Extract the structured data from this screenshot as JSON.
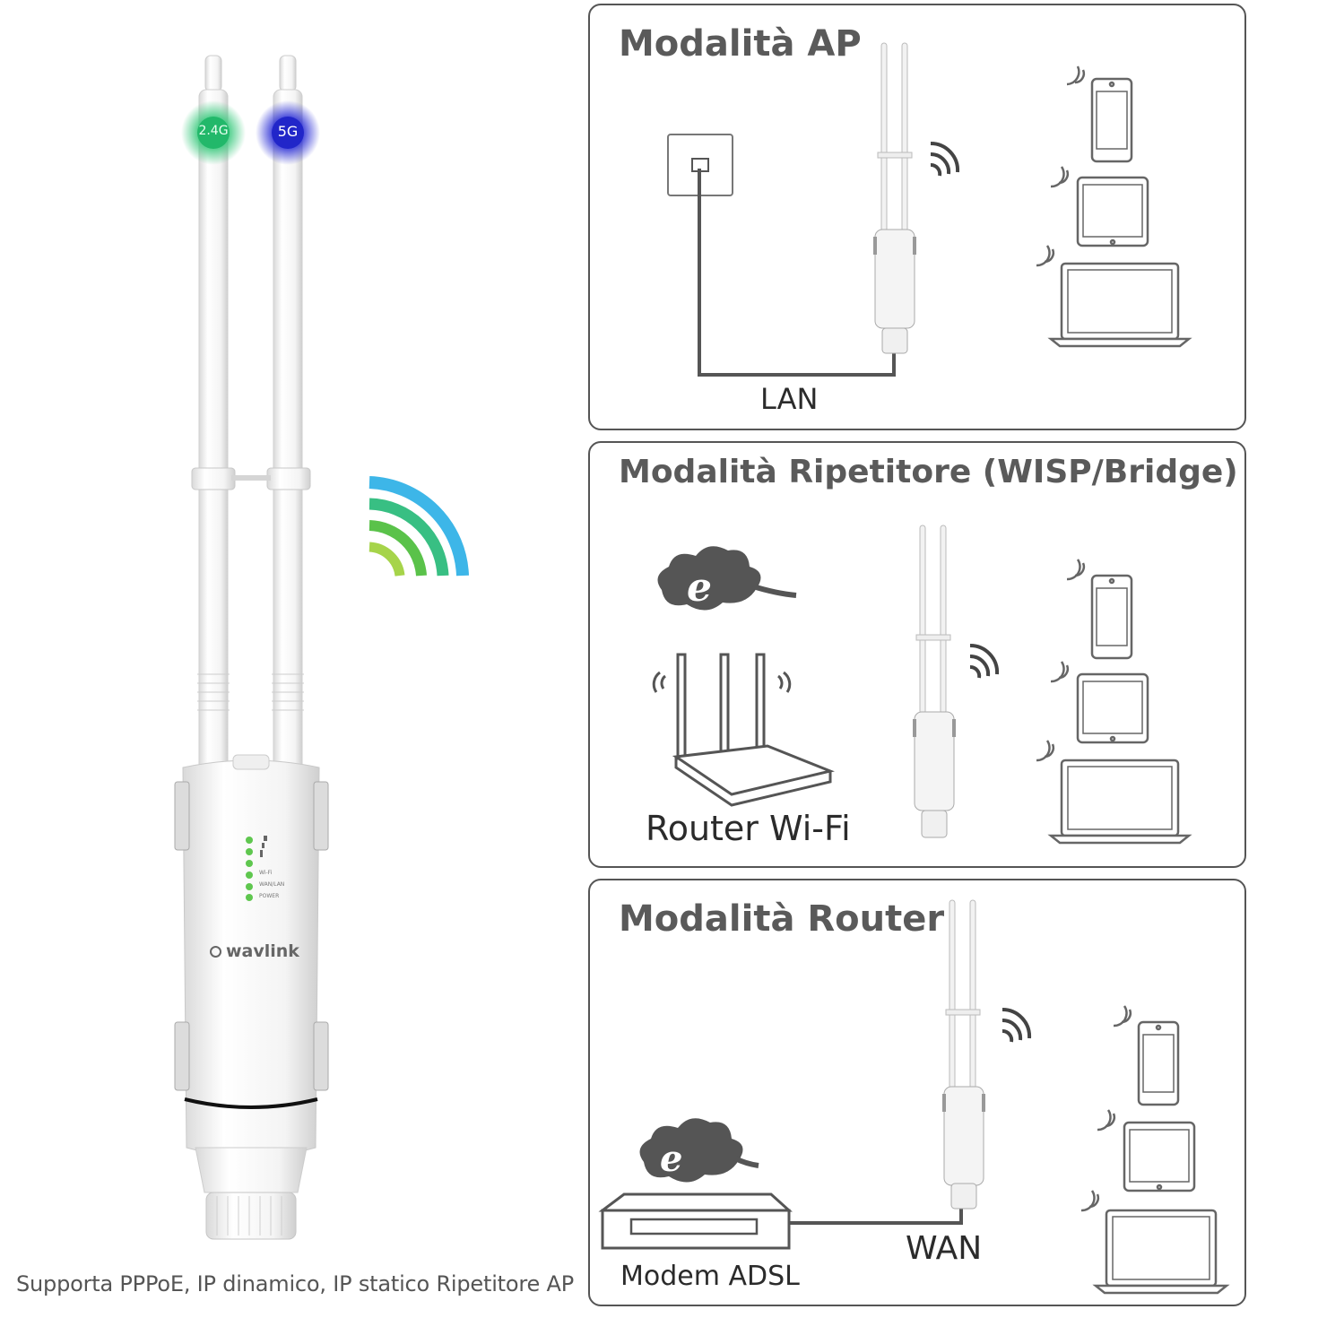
{
  "product": {
    "band_24": "2.4G",
    "band_5": "5G",
    "brand": "wavlink",
    "led_labels": [
      "Wi-Fi",
      "WAN/LAN",
      "POWER"
    ]
  },
  "panels": {
    "ap": {
      "title": "Modalità AP",
      "cable_label": "LAN"
    },
    "repeater": {
      "title": "Modalità Ripetitore (WISP/Bridge)",
      "router_label": "Router Wi-Fi"
    },
    "router": {
      "title": "Modalità Router",
      "modem_label": "Modem ADSL",
      "cable_label": "WAN"
    }
  },
  "caption": "Supporta PPPoE, IP dinamico, IP statico Ripetitore AP",
  "colors": {
    "band_24": "#35c87a",
    "band_5": "#2b2fd6",
    "wifi_wave": [
      "#3db6e8",
      "#3ec06c",
      "#a6d44a"
    ],
    "line": "#555555"
  },
  "icons": [
    "wifi-signal-icon",
    "phone-icon",
    "tablet-icon",
    "laptop-icon",
    "wall-socket-icon",
    "internet-cloud-icon",
    "router-icon",
    "modem-icon"
  ]
}
